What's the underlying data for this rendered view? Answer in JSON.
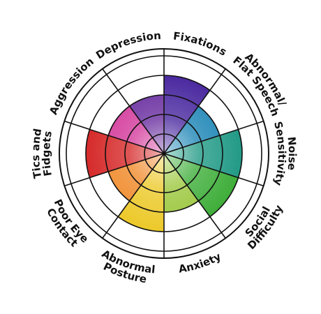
{
  "chart_data": {
    "type": "polar-area",
    "title": "",
    "rings": 5,
    "max_value": 5,
    "grid": true,
    "categories": [
      {
        "label": [
          "Fixations"
        ],
        "value": 4,
        "color": "#4b2aa0"
      },
      {
        "label": [
          "Abnormal/",
          "Flat Speech"
        ],
        "value": 3,
        "color": "#1e86b6"
      },
      {
        "label": [
          "Noise",
          "Sensitivity"
        ],
        "value": 4,
        "color": "#229a86"
      },
      {
        "label": [
          "Social",
          "Difficulty"
        ],
        "value": 4,
        "color": "#3fae3a"
      },
      {
        "label": [
          "Anxiety"
        ],
        "value": 3,
        "color": "#9bc73c"
      },
      {
        "label": [
          "Abnormal",
          "Posture"
        ],
        "value": 4,
        "color": "#ecc92a"
      },
      {
        "label": [
          "Poor Eye",
          "Contact"
        ],
        "value": 3,
        "color": "#f08a2a"
      },
      {
        "label": [
          "Tics and",
          "Fidgets"
        ],
        "value": 4,
        "color": "#d62a2a"
      },
      {
        "label": [
          "Aggression"
        ],
        "value": 3,
        "color": "#d43b9c"
      },
      {
        "label": [
          "Depression"
        ],
        "value": 3,
        "color": "#6a2fa0"
      }
    ]
  }
}
